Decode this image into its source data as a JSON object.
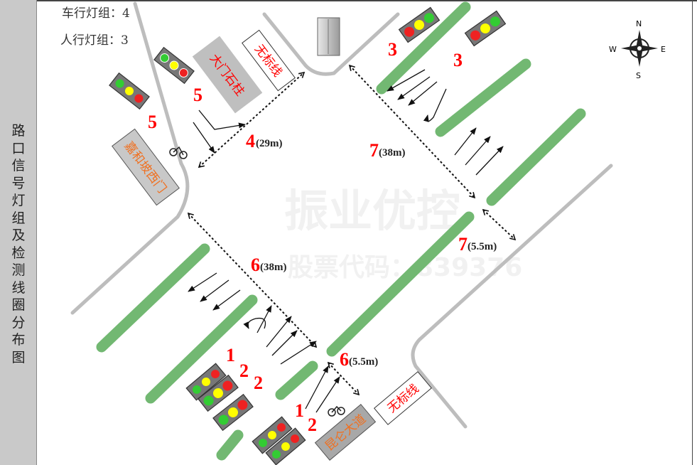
{
  "sidebar": {
    "title": "路口信号灯组及检测线圈分布图"
  },
  "summary": {
    "vehicle_groups": "车行灯组：4",
    "pedestrian_groups": "人行灯组：3"
  },
  "compass": {
    "n": "N",
    "s": "S",
    "e": "E",
    "w": "W"
  },
  "labels": {
    "gate_pillar": "大门石柱",
    "no_marking_top": "无标线",
    "west_gate": "嘉和坡西门",
    "kunlun_road": "昆仑大道",
    "no_marking_bottom": "无标线"
  },
  "markers": {
    "nw_5a": "5",
    "nw_5b": "5",
    "ne_3a": "3",
    "ne_3b": "3",
    "n_4": "4",
    "n_4_dist": "(29m)",
    "e_7": "7",
    "e_7_dist": "(38m)",
    "w_6": "6",
    "w_6_dist": "(38m)",
    "se_7": "7",
    "se_7_dist": "(5.5m)",
    "s_6": "6",
    "s_6_dist": "(5.5m)",
    "sw_1": "1",
    "sw_2a": "2",
    "sw_2b": "2",
    "s_1": "1",
    "s_2": "2"
  },
  "colors": {
    "median": "#72b872",
    "marker": "#ff0000",
    "road": "#bdbdbd",
    "sidebar": "#c9c9c9"
  },
  "watermark": {
    "brand": "振业优控",
    "stock": "股票代码：839376"
  }
}
